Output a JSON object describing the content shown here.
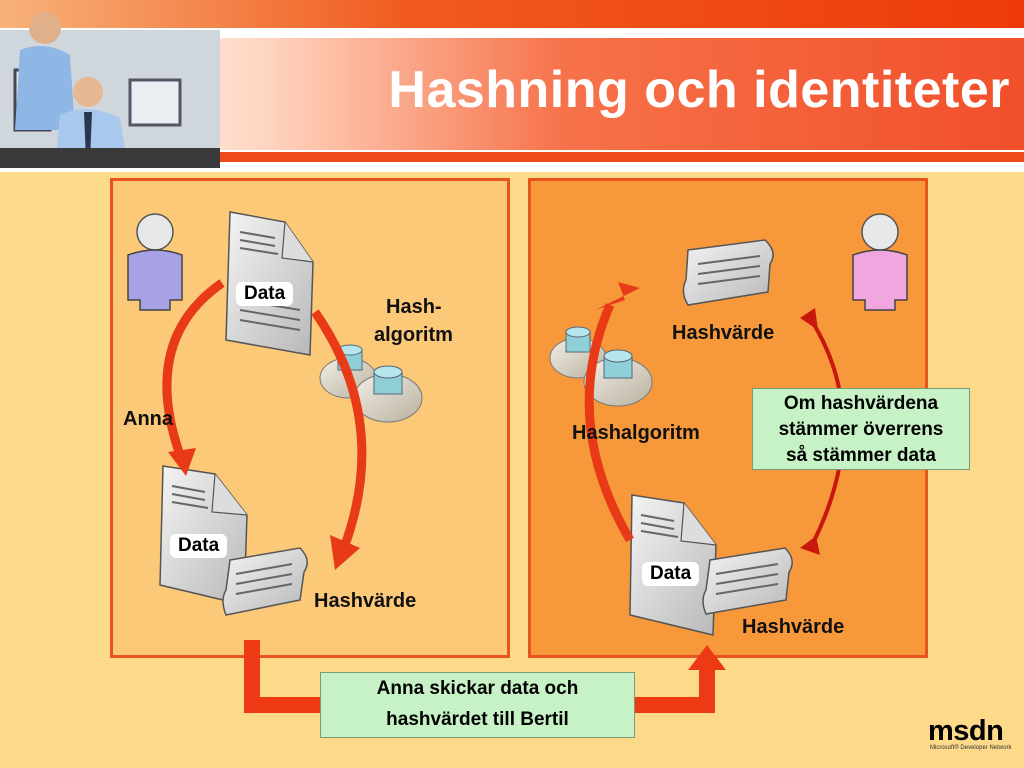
{
  "slide": {
    "title": "Hashning och identiteter"
  },
  "left": {
    "data_label_top": "Data",
    "hash_label_line1": "Hash-",
    "hash_label_line2": "algoritm",
    "anna_label": "Anna",
    "data_label_bottom": "Data",
    "hashvarde_label": "Hashvärde"
  },
  "right": {
    "hashvarde_top": "Hashvärde",
    "hashalgoritm": "Hashalgoritm",
    "note_line1": "Om hashvärdena",
    "note_line2": "stämmer överrens",
    "note_line3": "så stämmer data",
    "data_label": "Data",
    "hashvarde_bottom": "Hashvärde"
  },
  "bottom_note": {
    "line1": "Anna skickar data och",
    "line2": "hashvärdet till Bertil"
  },
  "logo": {
    "text": "msdn",
    "sub": "Microsoft® Developer Network"
  },
  "colors": {
    "accent": "#ee3a0a",
    "panel_left": "#fbc978",
    "panel_right": "#f7993b",
    "note_bg": "#c6f2c6",
    "arrow": "#e83a16",
    "person_left": "#a7a1e6",
    "person_right": "#f2a6e0"
  }
}
